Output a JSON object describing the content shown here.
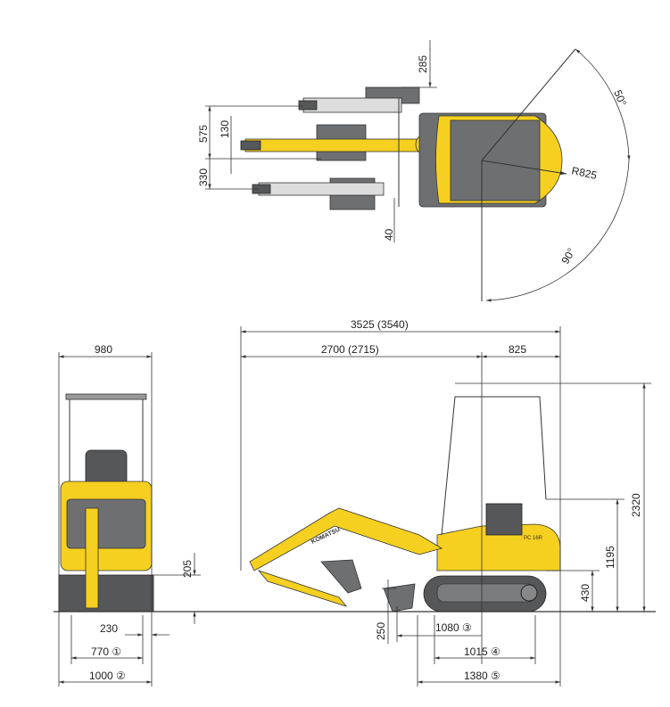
{
  "colors": {
    "machine_yellow": "#f5d020",
    "machine_gray": "#6d6f71",
    "track_dark": "#555759"
  },
  "top_view": {
    "dim_285": "285",
    "dim_575": "575",
    "dim_130": "130",
    "dim_330": "330",
    "dim_40": "40",
    "radius": "R825",
    "angle_right": "50°",
    "angle_left": "90°"
  },
  "front_view": {
    "dim_980": "980",
    "dim_205": "205",
    "dim_230": "230",
    "dim_770": "770 ①",
    "dim_1000": "1000 ②"
  },
  "side_view": {
    "overall_length": "3525 (3540)",
    "front_length": "2700 (2715)",
    "rear_length": "825",
    "height_canopy": "2320",
    "height_body": "1195",
    "clearance": "430",
    "blade_depth": "250",
    "dim_1080": "1080 ③",
    "dim_1015": "1015 ④",
    "dim_1380": "1380 ⑤",
    "boom_brand": "KOMATSU",
    "model_badge": "PC 16R"
  }
}
